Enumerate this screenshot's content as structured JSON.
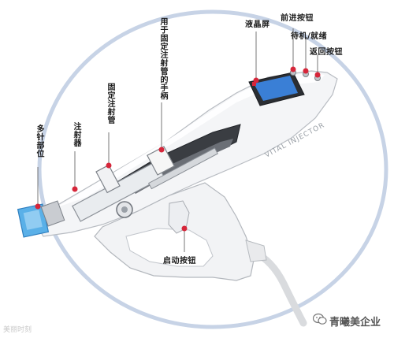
{
  "labels": {
    "display": "液晶屏",
    "forward_button": "前进按钮",
    "standby_ready": "待机/就绪",
    "return_button": "返回按钮",
    "holder": "用于固定注射管的手柄",
    "fix_tube": "固定注射管",
    "injector": "注射器",
    "multi_needle": "多针部位",
    "start_button": "启动按钮"
  },
  "brand": "VITAL INJECTOR",
  "watermark": {
    "left": "美丽时刻",
    "right": "青曦美企业"
  },
  "colors": {
    "accent_red": "#d6263a",
    "ring_blue": "#c7d3e6",
    "screen_blue": "#3a7fd6",
    "tip_blue": "#5ab0e8"
  },
  "icons": [
    "callout-dot",
    "wechat-icon"
  ]
}
